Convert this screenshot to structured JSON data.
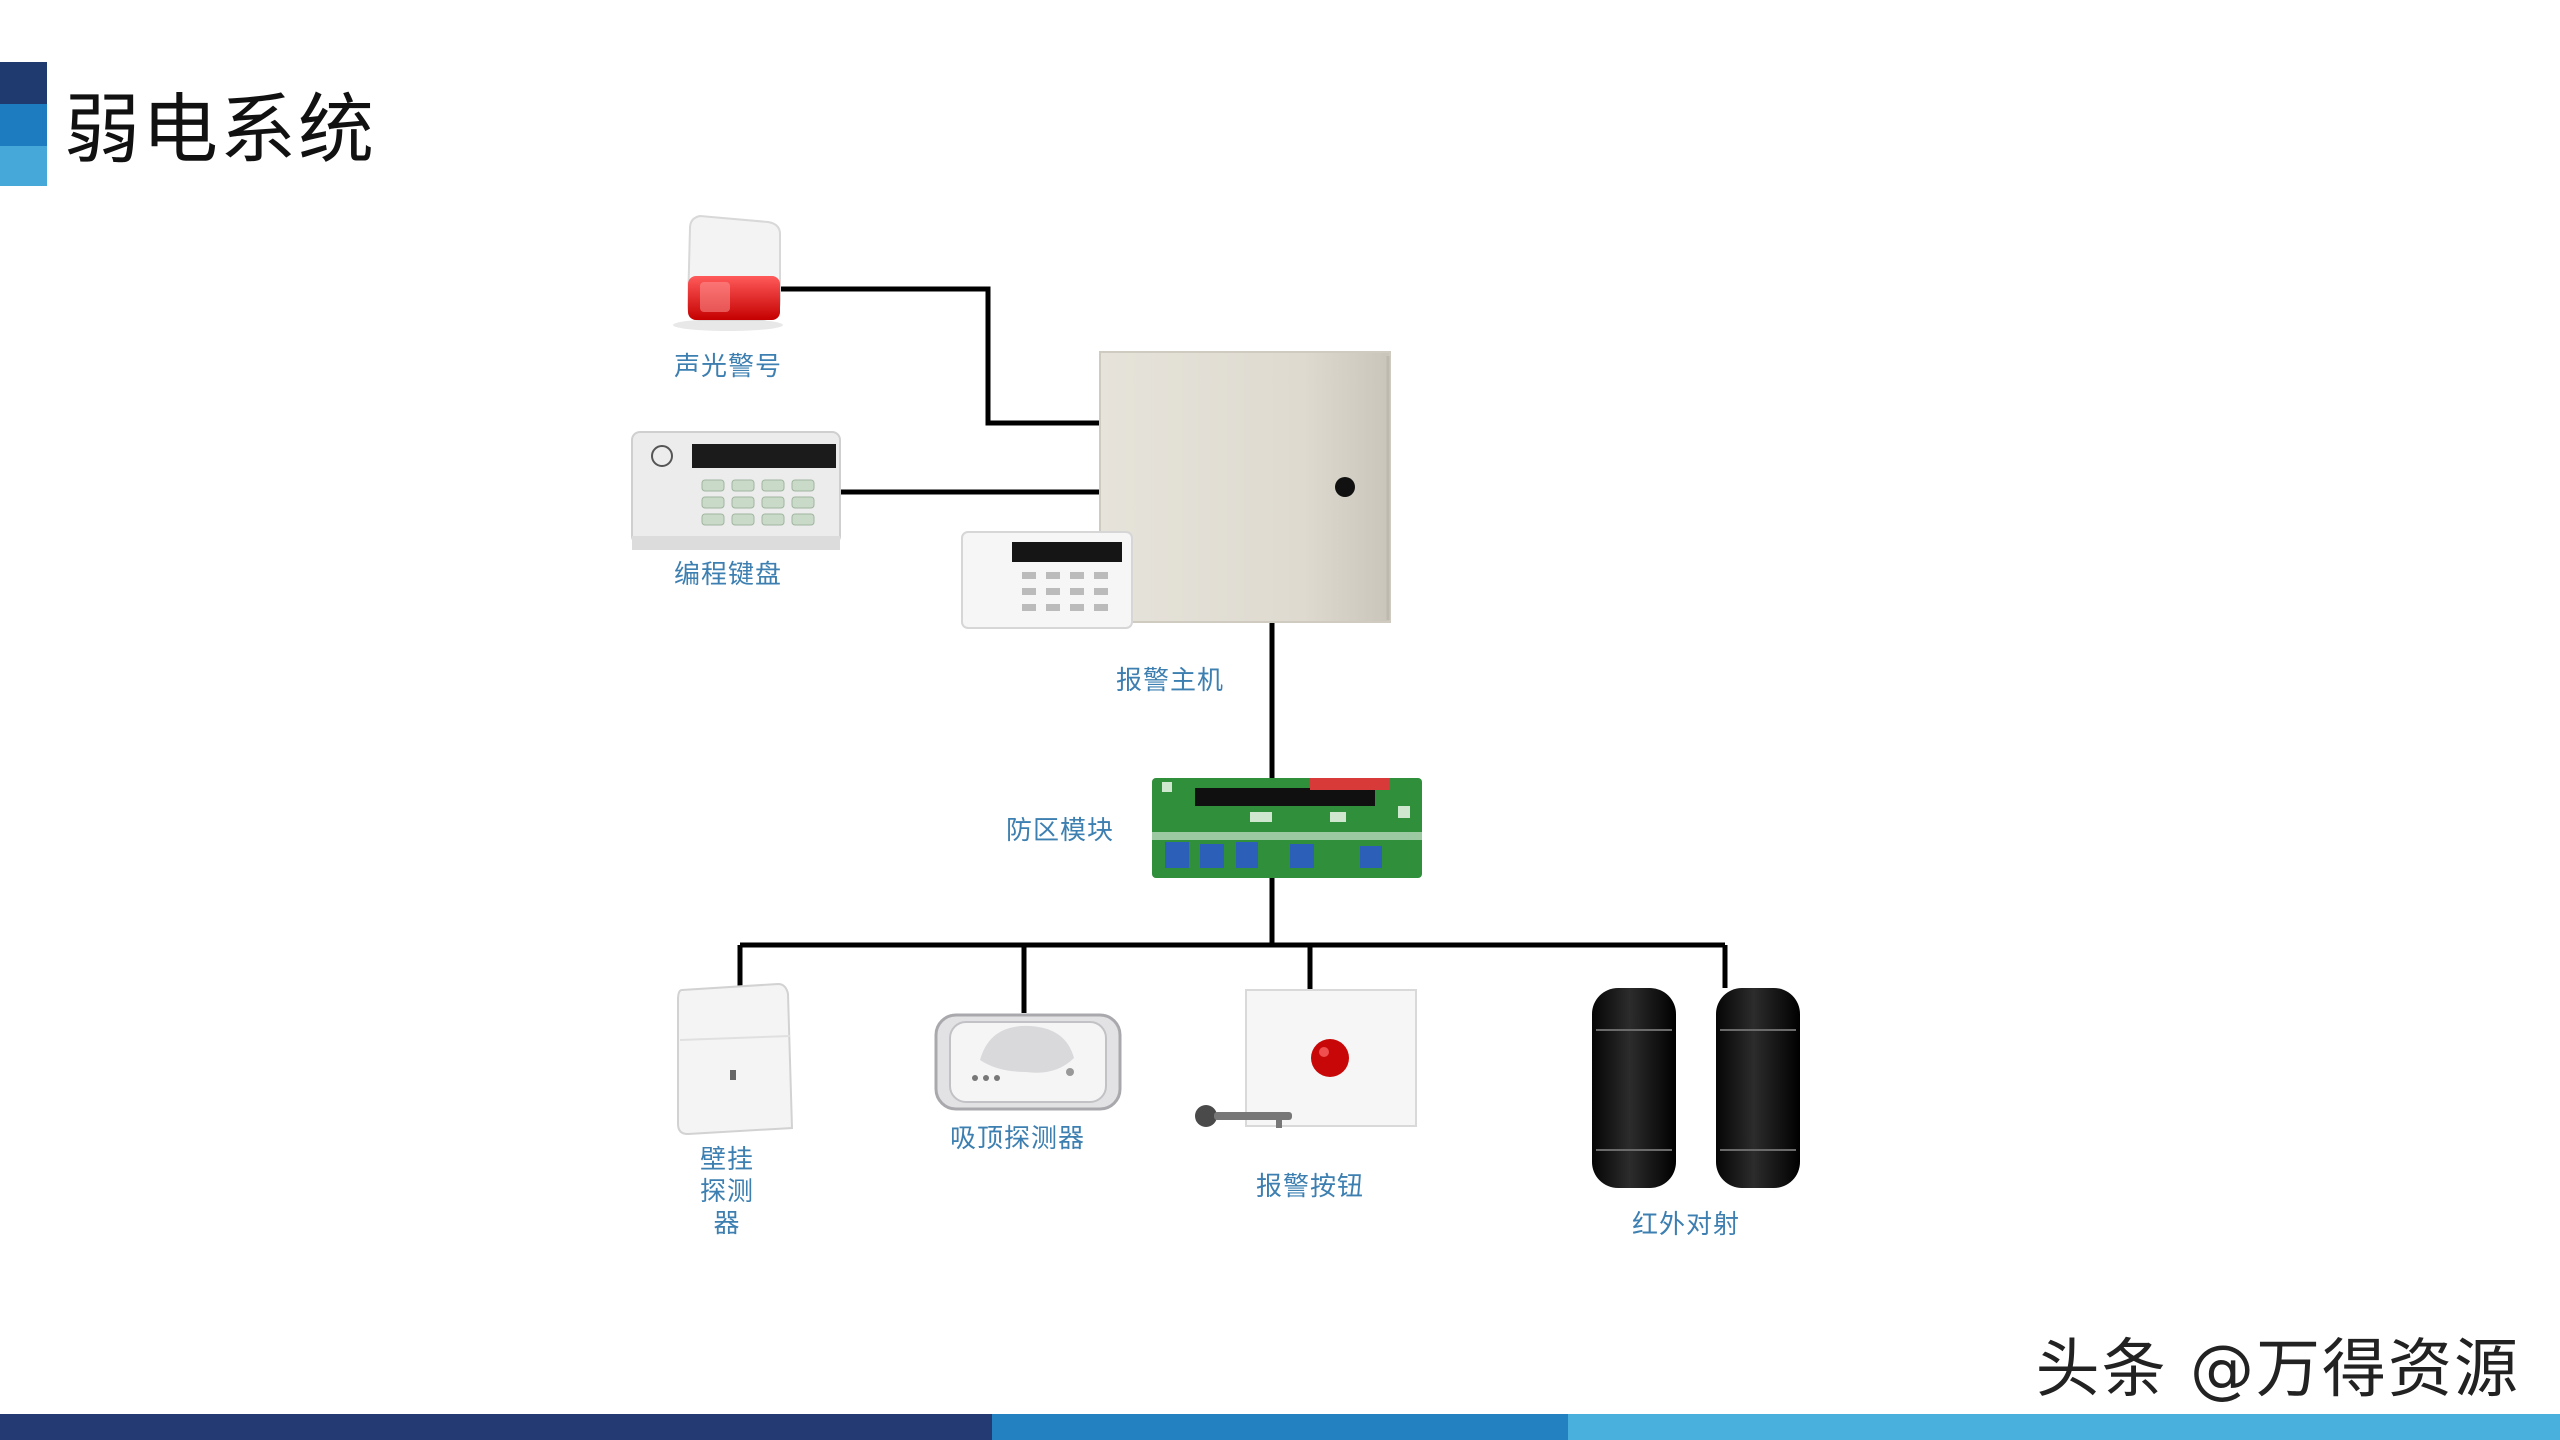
{
  "slide": {
    "title": "弱电系统",
    "watermark": "头条 @万得资源"
  },
  "colors": {
    "accent_dark": "#1f3a6e",
    "accent_mid": "#1d7bbf",
    "accent_light": "#46a8d8",
    "footer_dark": "#243a73",
    "footer_mid": "#2381c1",
    "footer_light": "#49b0dd",
    "label_text": "#3d7fb0",
    "wire": "#000000"
  },
  "diagram": {
    "siren": {
      "label": "声光警号",
      "icon": "strobe-siren-icon"
    },
    "keypad": {
      "label": "编程键盘",
      "icon": "keypad-icon"
    },
    "control_panel": {
      "label": "报警主机",
      "icon": "control-panel-icon"
    },
    "zone_module": {
      "label": "防区模块",
      "icon": "circuit-board-icon"
    },
    "wall_detector": {
      "label_lines": [
        "壁挂",
        "探测",
        "器"
      ],
      "icon": "wall-pir-detector-icon"
    },
    "ceiling_detector": {
      "label": "吸顶探测器",
      "icon": "ceiling-detector-icon"
    },
    "panic_button": {
      "label": "报警按钮",
      "icon": "panic-button-icon"
    },
    "infrared_beam": {
      "label": "红外对射",
      "icon": "infrared-beam-icon"
    }
  }
}
